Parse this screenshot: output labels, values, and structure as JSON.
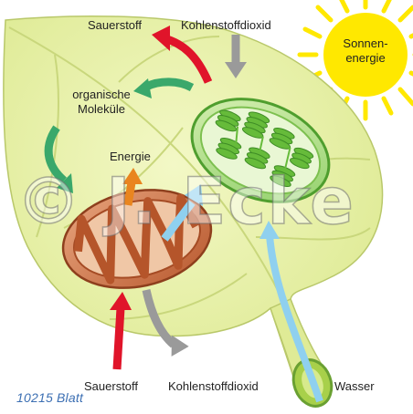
{
  "labels": {
    "sauerstoff_top": "Sauerstoff",
    "kohlendioxid_top": "Kohlenstoffdioxid",
    "sun_line1": "Sonnen-",
    "sun_line2": "energie",
    "organische_line1": "organische",
    "organische_line2": "Moleküle",
    "energie": "Energie",
    "sauerstoff_bottom": "Sauerstoff",
    "kohlendioxid_bottom": "Kohlenstoffdioxid",
    "wasser": "Wasser"
  },
  "caption": "10215 Blatt",
  "watermark": "© J. Ecke",
  "colors": {
    "leaf": "#e9f2a8",
    "leaf_vein": "#c9d77c",
    "sun": "#ffe800",
    "oxygen_arrow": "#e0142a",
    "co2_arrow": "#9a9a9a",
    "organic_arrow": "#3aa86b",
    "energy_arrow": "#e9851f",
    "water_arrow": "#8fd0ef",
    "mitochondrion": "#c8673d",
    "chloroplast": "#6bbd3c",
    "caption": "#3c6fb3"
  }
}
